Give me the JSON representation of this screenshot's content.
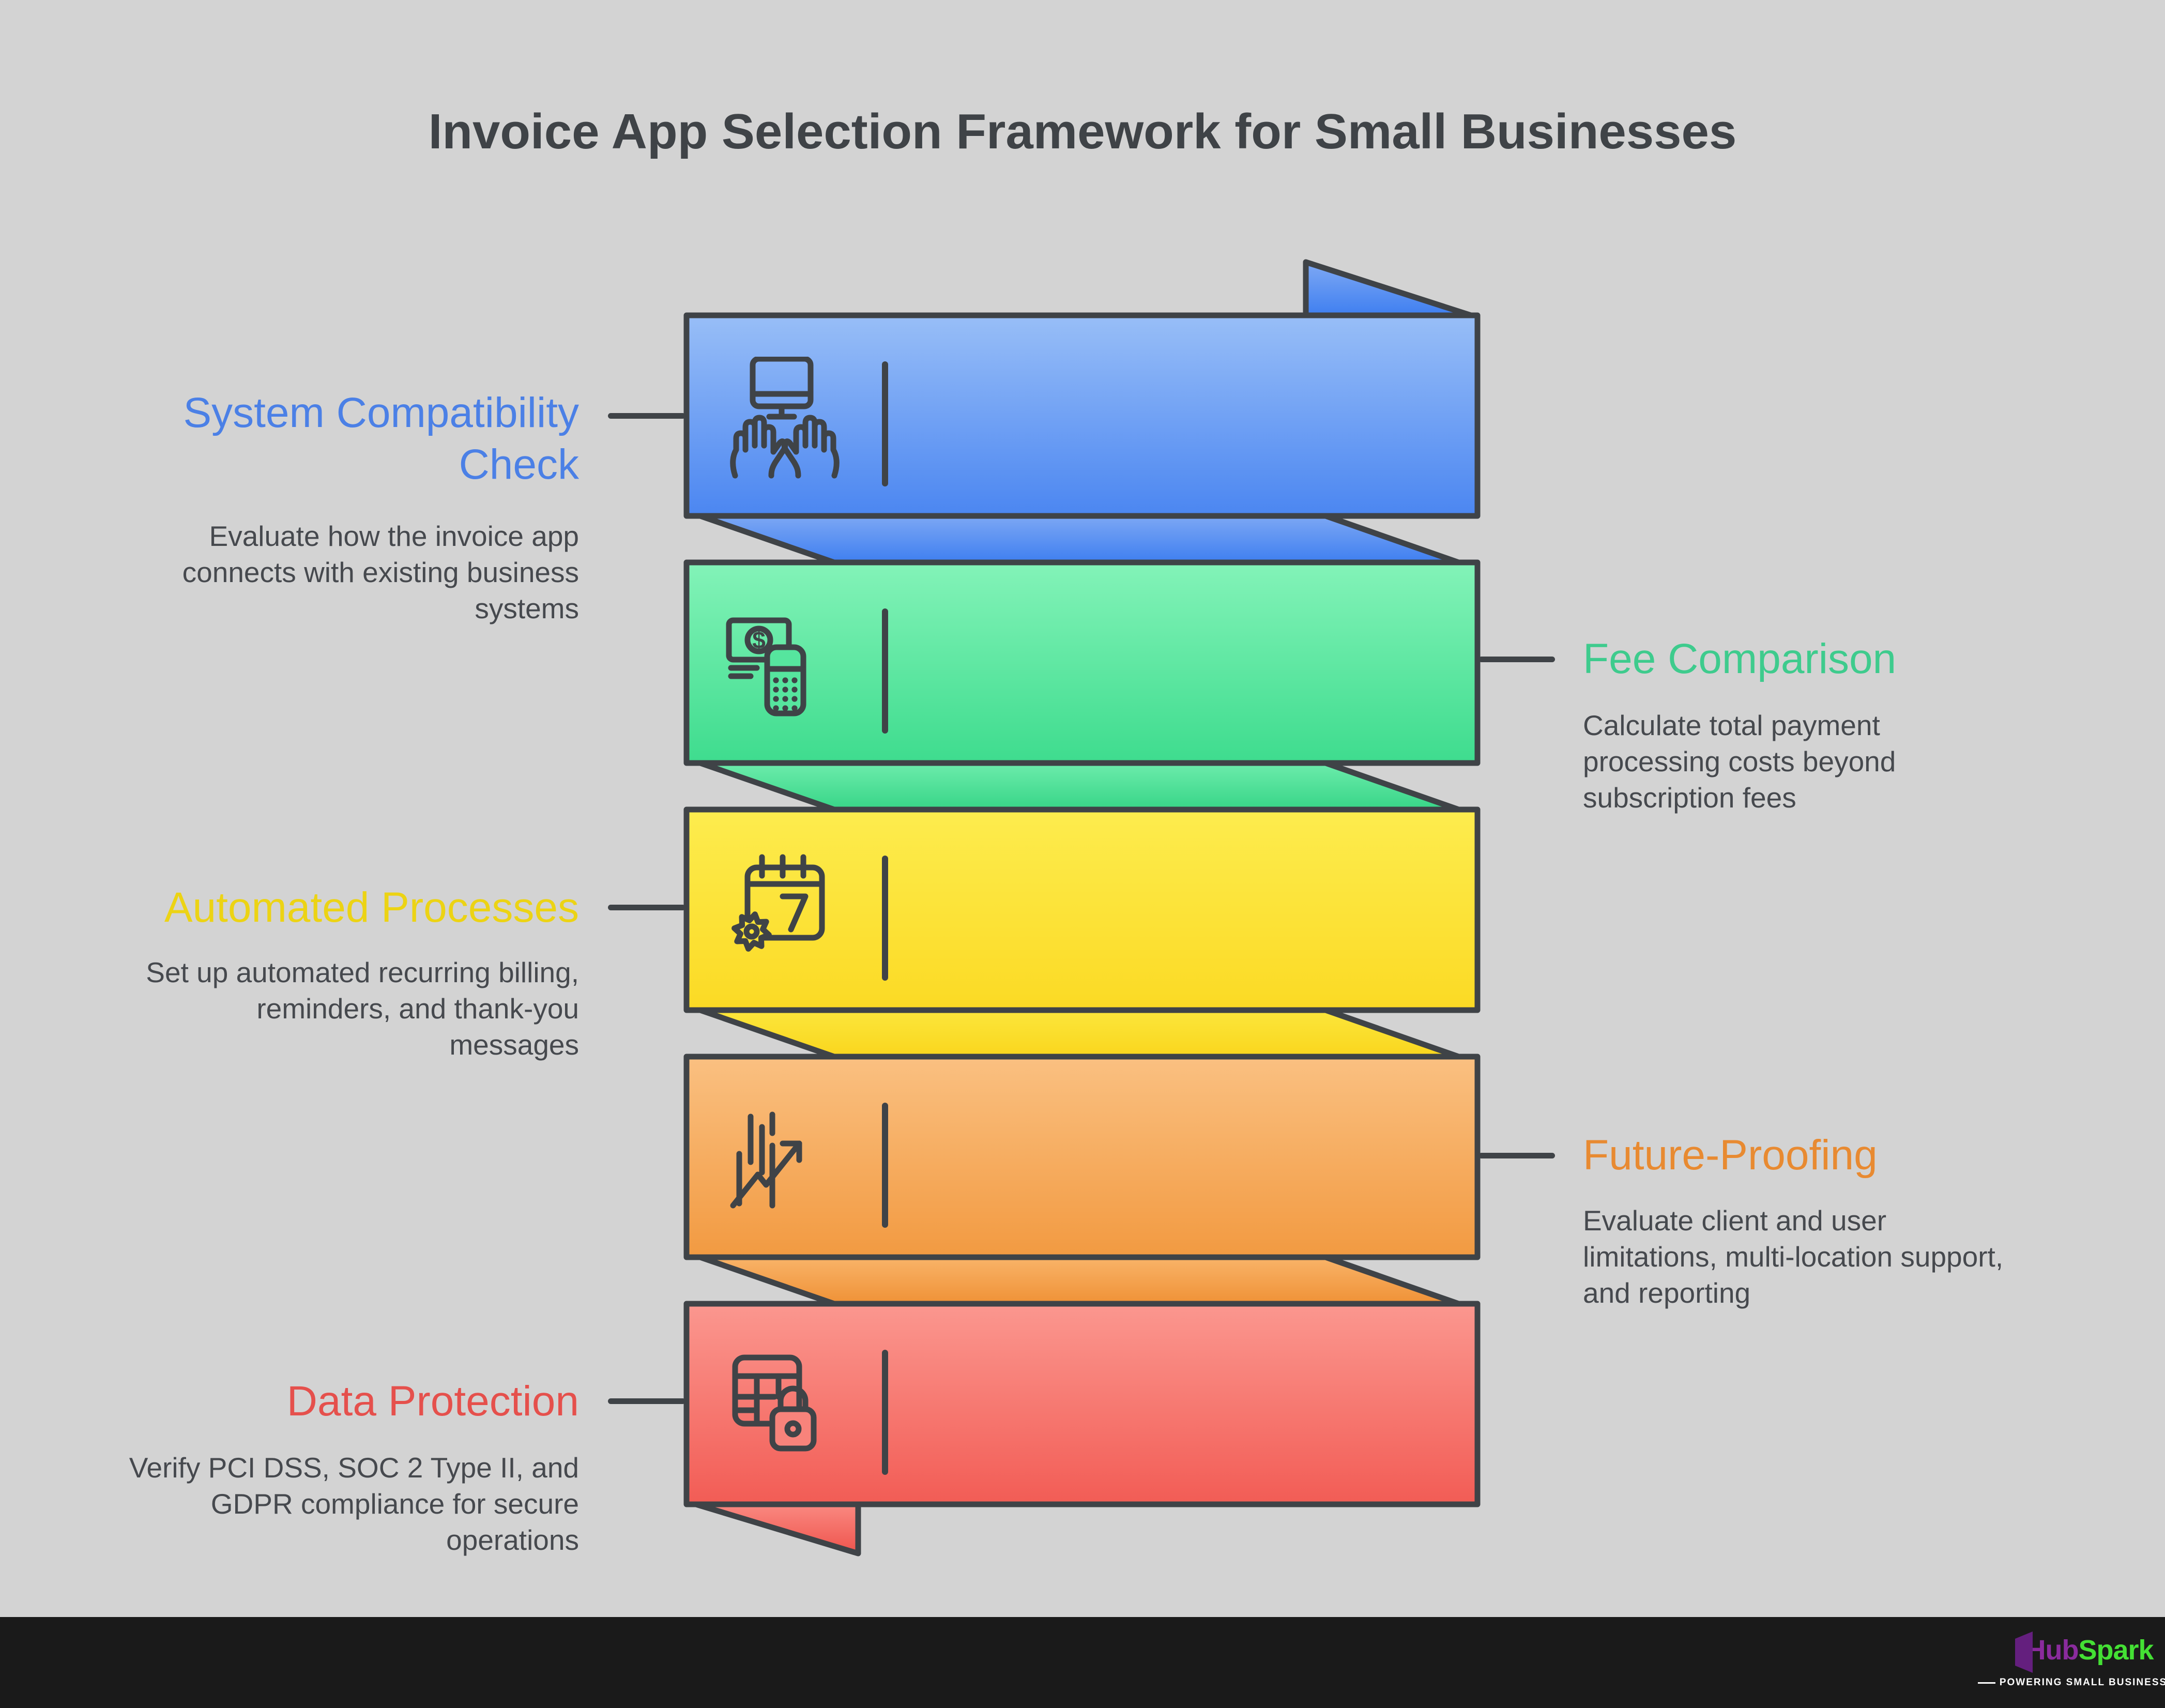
{
  "title": "Invoice App Selection Framework for Small Businesses",
  "steps": [
    {
      "id": 1,
      "label": "System Compatibility\nCheck",
      "description": "Evaluate how the invoice app\nconnects with existing business\nsystems",
      "side": "left",
      "banner_color_top": "#98bef7",
      "banner_color_bottom": "#4b86f1",
      "label_color": "#4b80e6",
      "icon": "monitor-hands-icon"
    },
    {
      "id": 2,
      "label": "Fee Comparison",
      "description": "Calculate total payment\nprocessing costs beyond\nsubscription fees",
      "side": "right",
      "banner_color_top": "#83f3b8",
      "banner_color_bottom": "#3edc8e",
      "label_color": "#3ecb8d",
      "icon": "money-calculator-icon"
    },
    {
      "id": 3,
      "label": "Automated Processes",
      "description": "Set up automated recurring billing,\nreminders, and thank-you\nmessages",
      "side": "left",
      "banner_color_top": "#fdec4e",
      "banner_color_bottom": "#fbda24",
      "label_color": "#ecd314",
      "icon": "calendar-gear-icon"
    },
    {
      "id": 4,
      "label": "Future-Proofing",
      "description": "Evaluate client and user\nlimitations, multi-location support,\nand reporting",
      "side": "right",
      "banner_color_top": "#fac081",
      "banner_color_bottom": "#f29a41",
      "label_color": "#e88a31",
      "icon": "trend-chart-icon"
    },
    {
      "id": 5,
      "label": "Data Protection",
      "description": "Verify PCI DSS, SOC 2 Type II, and\nGDPR compliance for secure\noperations",
      "side": "left",
      "banner_color_top": "#fb978f",
      "banner_color_bottom": "#f25c55",
      "label_color": "#e5504c",
      "icon": "table-lock-icon"
    }
  ],
  "footer": {
    "logo": {
      "hub": "Hub",
      "spark": "Spark",
      "tagline": "POWERING SMALL BUSINESS"
    }
  },
  "colors": {
    "background": "#d3d3d3",
    "outline": "#3f4347",
    "title_text": "#3f4347",
    "description_text": "#46494e",
    "footer_bar": "#1a1a1a",
    "logo_hub": "#8a2b9d",
    "logo_spark": "#44e034",
    "logo_door": "#641f7e"
  }
}
